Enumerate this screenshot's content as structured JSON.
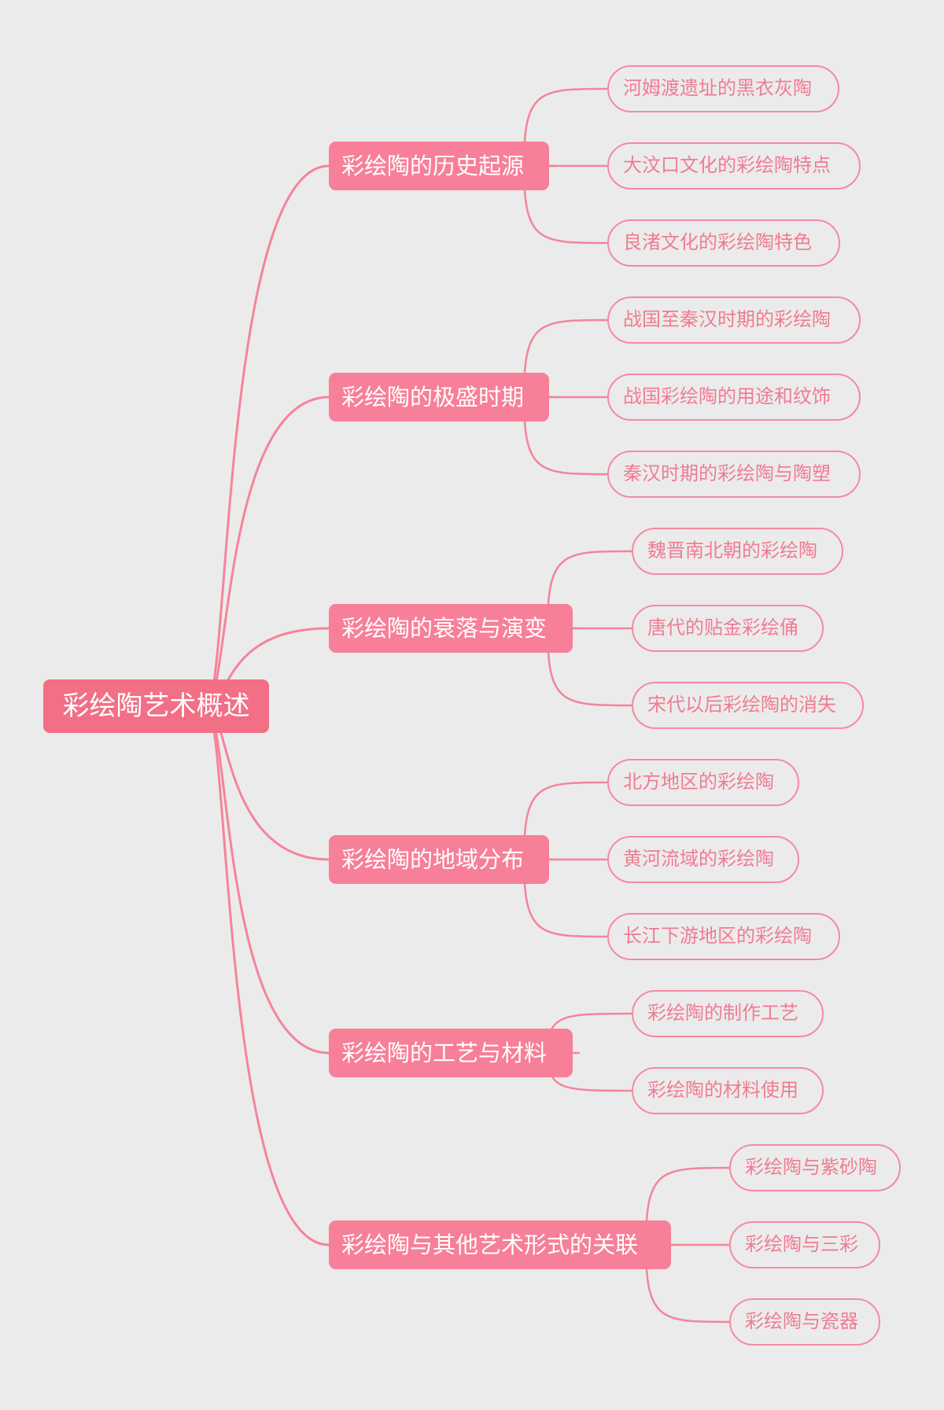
{
  "colors": {
    "background": "#ecebeb",
    "root": "#f26f86",
    "branch": "#f77f98",
    "leaf_text": "#ef7c93",
    "line": "#f4849b"
  },
  "root": {
    "label": "彩绘陶艺术概述"
  },
  "branches": [
    {
      "label": "彩绘陶的历史起源",
      "children": [
        "河姆渡遗址的黑衣灰陶",
        "大汶口文化的彩绘陶特点",
        "良渚文化的彩绘陶特色"
      ]
    },
    {
      "label": "彩绘陶的极盛时期",
      "children": [
        "战国至秦汉时期的彩绘陶",
        "战国彩绘陶的用途和纹饰",
        "秦汉时期的彩绘陶与陶塑"
      ]
    },
    {
      "label": "彩绘陶的衰落与演变",
      "children": [
        "魏晋南北朝的彩绘陶",
        "唐代的贴金彩绘俑",
        "宋代以后彩绘陶的消失"
      ]
    },
    {
      "label": "彩绘陶的地域分布",
      "children": [
        "北方地区的彩绘陶",
        "黄河流域的彩绘陶",
        "长江下游地区的彩绘陶"
      ]
    },
    {
      "label": "彩绘陶的工艺与材料",
      "children": [
        "彩绘陶的制作工艺",
        "彩绘陶的材料使用"
      ]
    },
    {
      "label": "彩绘陶与其他艺术形式的关联",
      "children": [
        "彩绘陶与紫砂陶",
        "彩绘陶与三彩",
        "彩绘陶与瓷器"
      ]
    }
  ]
}
